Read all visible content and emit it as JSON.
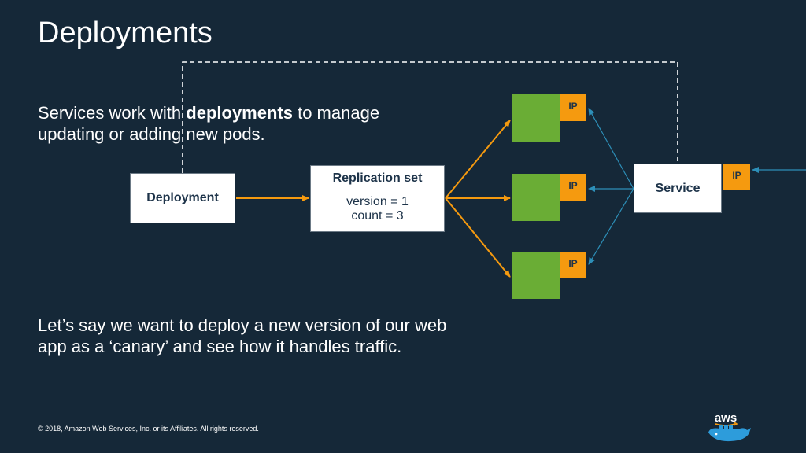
{
  "slide": {
    "title": "Deployments",
    "intro": {
      "before": "Services work with ",
      "bold": "deployments",
      "after": " to manage updating or adding new pods."
    },
    "canary_text": "Let’s say we want to deploy a new version of our web app as a ‘canary’ and see how it handles traffic.",
    "copyright": "© 2018, Amazon Web Services, Inc. or its Affiliates. All rights reserved."
  },
  "diagram": {
    "deployment_label": "Deployment",
    "replication_set": {
      "title": "Replication set",
      "version_line": "version = 1",
      "count_line": "count = 3"
    },
    "service_label": "Service",
    "ip_label": "IP",
    "colors": {
      "background": "#152838",
      "pod": "#6aad35",
      "ip": "#f59a0f",
      "orange_arrow": "#f59a0f",
      "blue_arrow": "#2d8fb8",
      "box_text": "#1d3349"
    }
  },
  "logo": {
    "text": "aws",
    "icon": "aws-container-whale-icon"
  }
}
